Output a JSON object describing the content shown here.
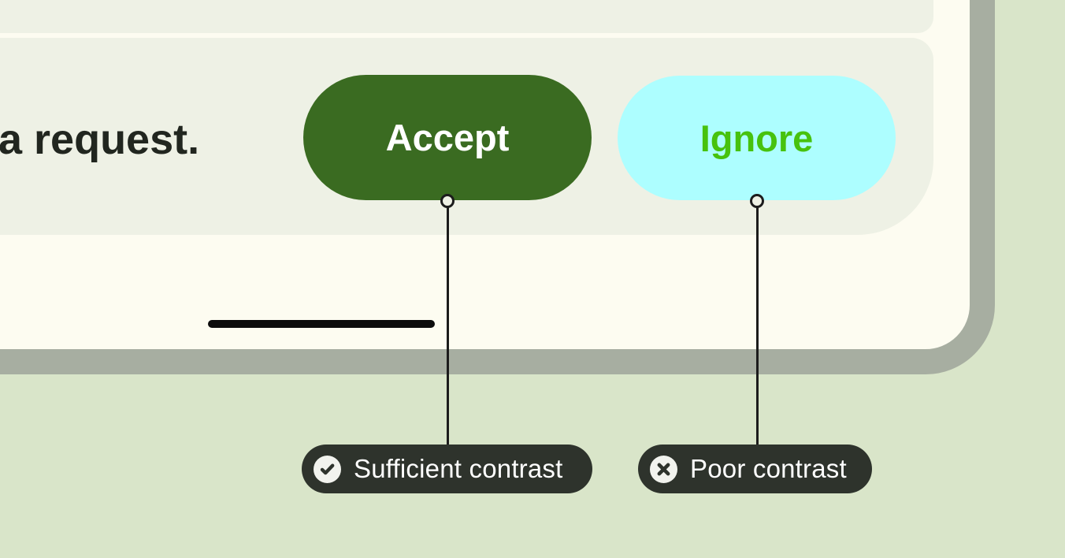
{
  "dialog": {
    "visible_text": "a request.",
    "buttons": [
      {
        "label": "Accept",
        "bg": "#3a6b21",
        "fg": "#ffffff"
      },
      {
        "label": "Ignore",
        "bg": "#adfeff",
        "fg": "#47c20e"
      }
    ]
  },
  "annotations": [
    {
      "icon": "check-circle",
      "label": "Sufficient contrast"
    },
    {
      "icon": "x-circle",
      "label": "Poor contrast"
    }
  ],
  "colors": {
    "canvas_bg": "#d9e5c9",
    "phone_frame": "#a7aea1",
    "screen_bg": "#fdfcf1",
    "card_bg": "#eef1e5",
    "dialog_text": "#21261f",
    "accept_bg": "#3a6b21",
    "accept_fg": "#ffffff",
    "ignore_bg": "#adfeff",
    "ignore_fg": "#47c20e",
    "callout_bg": "#2e332c",
    "callout_fg": "#ffffff",
    "connector": "#1c1c1c",
    "home_indicator": "#0c0c0c"
  }
}
